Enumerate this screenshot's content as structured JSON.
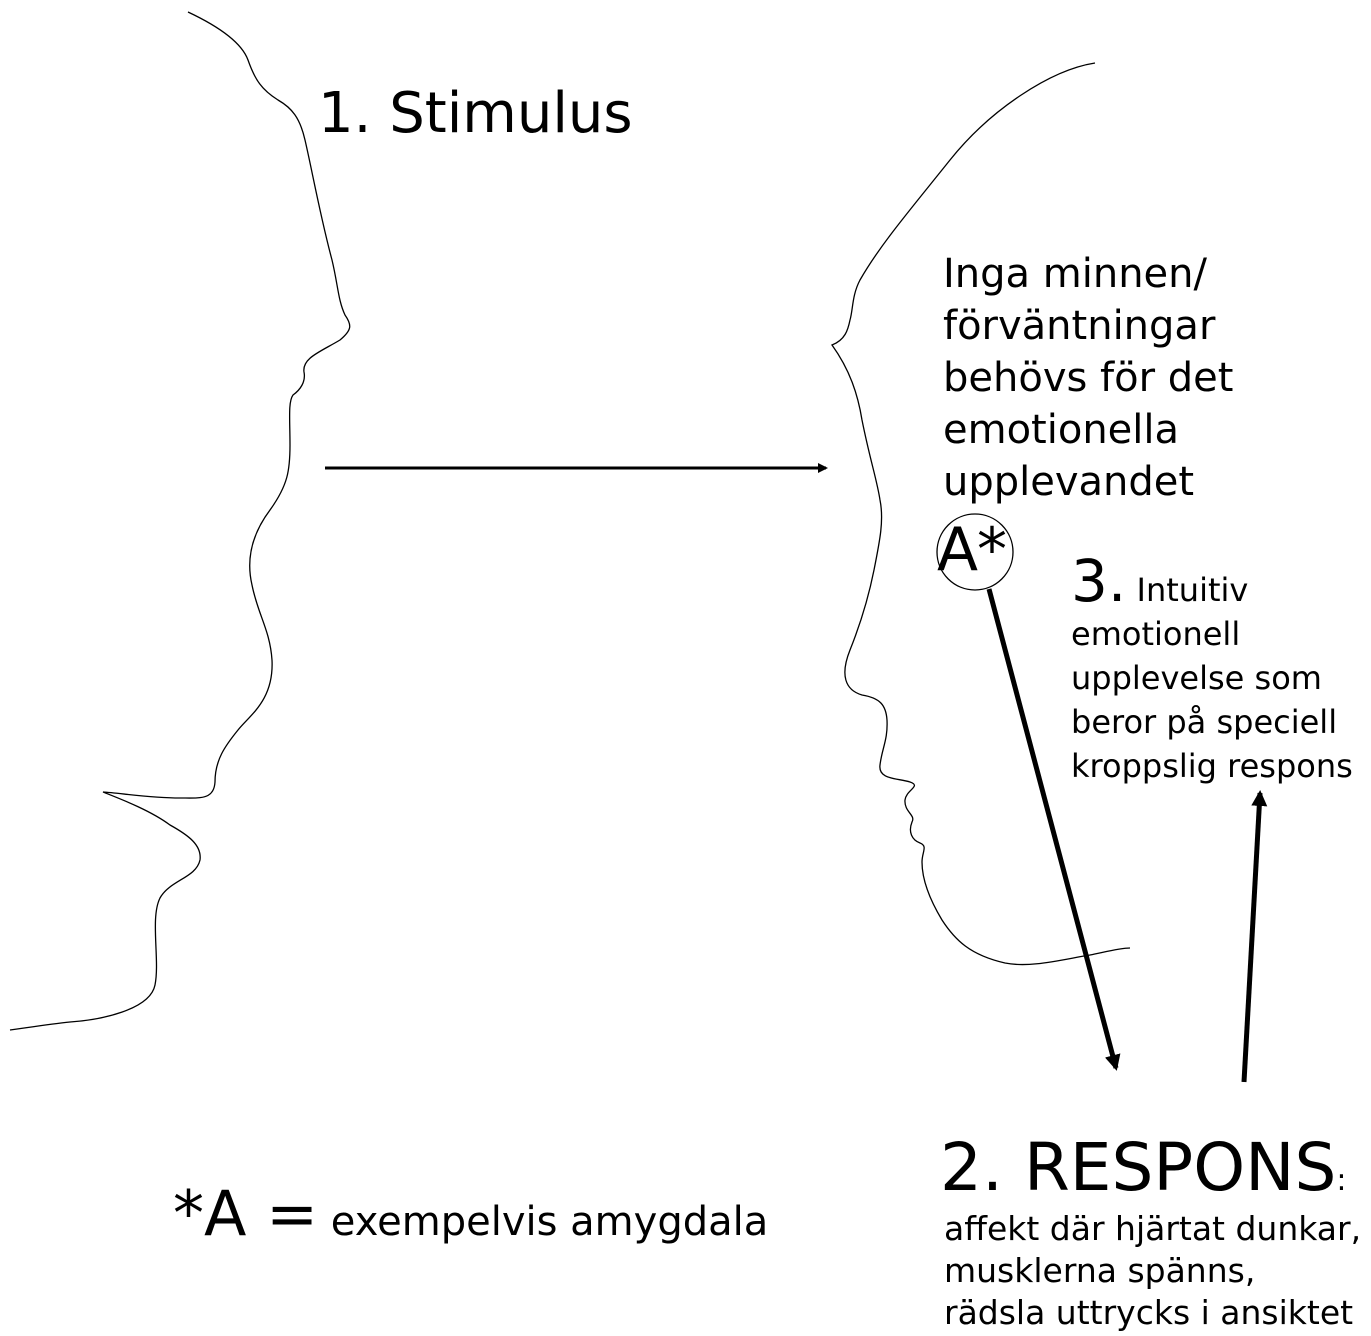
{
  "diagram": {
    "stimulus_label": "1. Stimulus",
    "memory_note": {
      "lines": [
        "Inga minnen/",
        "förväntningar",
        "behövs för det",
        "emotionella",
        "upplevandet"
      ]
    },
    "circle_label": "A*",
    "experience": {
      "number": "3.",
      "first_line": "Intuitiv",
      "lines": [
        "emotionell",
        "upplevelse som",
        "beror på speciell",
        "kroppslig respons"
      ]
    },
    "response": {
      "title": "2. RESPONS",
      "colon": ":",
      "lines": [
        "affekt där hjärtat dunkar,",
        "musklerna spänns,",
        "rädsla uttrycks i ansiktet"
      ]
    },
    "footnote": {
      "prefix": "*A =",
      "text": " exempelvis amygdala"
    },
    "colors": {
      "line": "#000000",
      "background": "#ffffff"
    }
  }
}
